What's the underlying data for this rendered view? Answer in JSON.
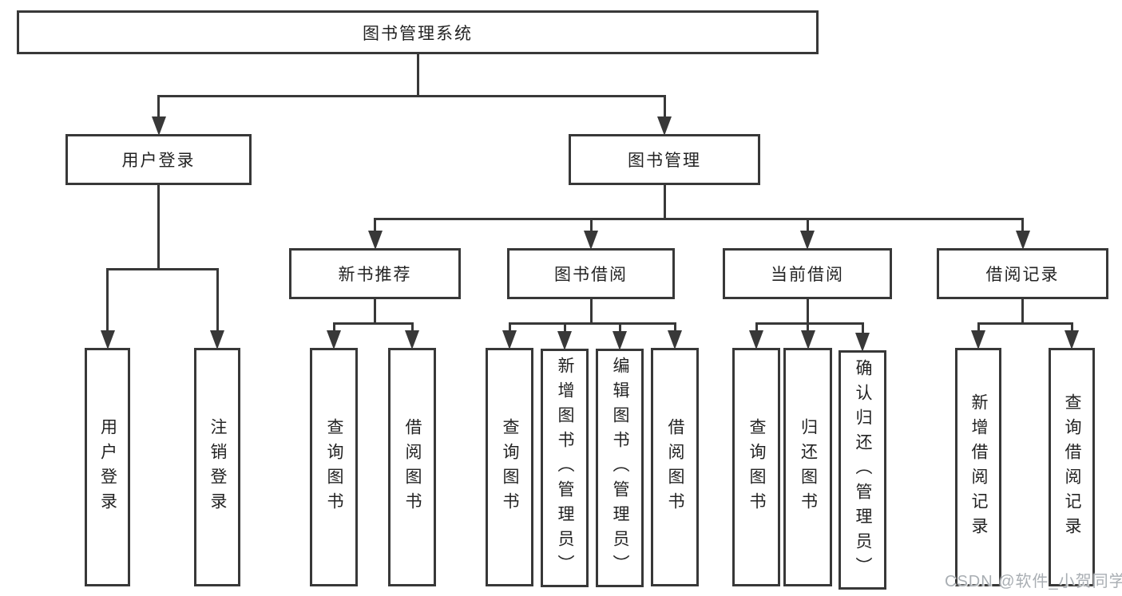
{
  "colors": {
    "line": "#383838",
    "text": "#232323",
    "watermark": "#a9aeb3"
  },
  "watermark": {
    "text": "CSDN @软件_小贺同学"
  },
  "diagram": {
    "title": "图书管理系统",
    "nodes": [
      {
        "id": "root",
        "label": "图书管理系统",
        "parent": null,
        "orientation": "h"
      },
      {
        "id": "user-login-group",
        "label": "用户登录",
        "parent": "root",
        "orientation": "h"
      },
      {
        "id": "book-mgmt",
        "label": "图书管理",
        "parent": "root",
        "orientation": "h"
      },
      {
        "id": "user-login",
        "label": "用户登录",
        "parent": "user-login-group",
        "orientation": "v"
      },
      {
        "id": "logout",
        "label": "注销登录",
        "parent": "user-login-group",
        "orientation": "v"
      },
      {
        "id": "new-book-rec",
        "label": "新书推荐",
        "parent": "book-mgmt",
        "orientation": "h"
      },
      {
        "id": "book-borrow",
        "label": "图书借阅",
        "parent": "book-mgmt",
        "orientation": "h"
      },
      {
        "id": "current-borrow",
        "label": "当前借阅",
        "parent": "book-mgmt",
        "orientation": "h"
      },
      {
        "id": "borrow-records",
        "label": "借阅记录",
        "parent": "book-mgmt",
        "orientation": "h"
      },
      {
        "id": "query-books-1",
        "label": "查询图书",
        "parent": "new-book-rec",
        "orientation": "v"
      },
      {
        "id": "borrow-books-1",
        "label": "借阅图书",
        "parent": "new-book-rec",
        "orientation": "v"
      },
      {
        "id": "query-books-2",
        "label": "查询图书",
        "parent": "book-borrow",
        "orientation": "v"
      },
      {
        "id": "add-books",
        "label": "新增图书（管理员）",
        "parent": "book-borrow",
        "orientation": "v"
      },
      {
        "id": "edit-books",
        "label": "编辑图书（管理员）",
        "parent": "book-borrow",
        "orientation": "v"
      },
      {
        "id": "borrow-books-2",
        "label": "借阅图书",
        "parent": "book-borrow",
        "orientation": "v"
      },
      {
        "id": "query-books-3",
        "label": "查询图书",
        "parent": "current-borrow",
        "orientation": "v"
      },
      {
        "id": "return-books",
        "label": "归还图书",
        "parent": "current-borrow",
        "orientation": "v"
      },
      {
        "id": "confirm-return",
        "label": "确认归还（管理员）",
        "parent": "current-borrow",
        "orientation": "v"
      },
      {
        "id": "add-borrow-record",
        "label": "新增借阅记录",
        "parent": "borrow-records",
        "orientation": "v"
      },
      {
        "id": "query-borrow-record",
        "label": "查询借阅记录",
        "parent": "borrow-records",
        "orientation": "v"
      }
    ]
  }
}
